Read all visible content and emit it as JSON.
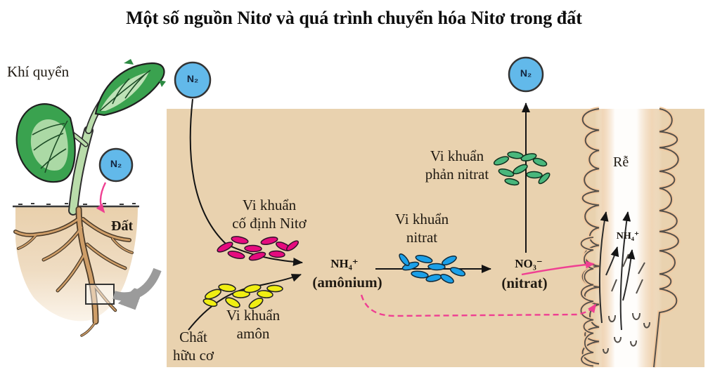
{
  "title": "Một số nguồn Nitơ và quá trình chuyển hóa Nitơ trong đất",
  "colors": {
    "soil_panel": "#e9d2af",
    "n2_circle": "#62b9ea",
    "fixing_bacteria": "#e60b7e",
    "ammonifying_bacteria": "#f0ee12",
    "nitrifying_bacteria": "#1ba0e8",
    "denitrifying_bacteria": "#49b77c",
    "pink_arrow": "#ef3f92"
  },
  "left_scene": {
    "atmosphere_label": "Khí quyển",
    "soil_label": "Đất",
    "n2": "N₂"
  },
  "soil_panel": {
    "n2_left": "N₂",
    "n2_right": "N₂",
    "fixing_bacteria_label": "Vi khuẩn\ncố định Nitơ",
    "ammonifying_bacteria_label": "Vi khuẩn\namôn",
    "organic_matter_label": "Chất\nhữu cơ",
    "ammonium_formula": "NH₄⁺",
    "ammonium_name": "(amônium)",
    "nitrifying_bacteria_label": "Vi khuẩn\nnitrat",
    "nitrate_formula": "NO₃⁻",
    "nitrate_name": "(nitrat)",
    "denitrifying_bacteria_label": "Vi khuẩn\nphản nitrat",
    "root_label": "Rễ",
    "root_ammonium": "NH₄⁺"
  }
}
